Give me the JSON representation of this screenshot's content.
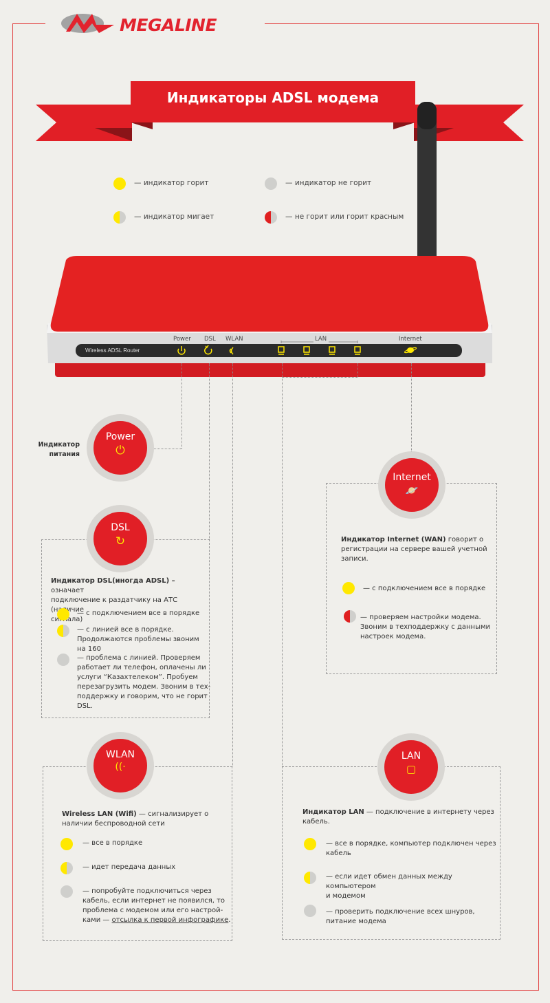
{
  "brand": {
    "name": "MEGALINE"
  },
  "banner": {
    "title": "Индикаторы ADSL модема"
  },
  "legend": [
    {
      "state": "on",
      "text": "— индикатор горит"
    },
    {
      "state": "off",
      "text": "— индикатор не горит"
    },
    {
      "state": "blink",
      "text": "— индикатор мигает"
    },
    {
      "state": "red",
      "text": "— не горит или горит красным"
    }
  ],
  "router": {
    "model_label": "Wireless ADSL Router",
    "leds": {
      "power": "Power",
      "dsl": "DSL",
      "wlan": "WLAN",
      "lan": "LAN",
      "internet": "Internet"
    }
  },
  "power": {
    "badge": "Power",
    "caption_1": "Индикатор",
    "caption_2": "питания"
  },
  "dsl": {
    "badge": "DSL",
    "title": "Индикатор DSL(иногда ADSL) –",
    "desc_1": " означает",
    "desc_2": "подключение к раздатчику на АТС (наличие",
    "desc_3": "сигнала)",
    "items": [
      [
        "— с подключением все в порядке"
      ],
      [
        "— с линией все в порядке.",
        "Продолжаются проблемы звоним",
        "на 160"
      ],
      [
        "— проблема с линией. Проверяем",
        "работает ли телефон, оплачены ли",
        "услуги “Казахтелеком”. Пробуем",
        "перезагрузить модем. Звоним в тех-",
        "поддержку и говорим, что не горит",
        "DSL."
      ]
    ]
  },
  "internet": {
    "badge": "Internet",
    "title": "Индикатор Internet (WAN)",
    "desc_1": " говорит о",
    "desc_2": "регистрации на сервере вашей учетной",
    "desc_3": "записи.",
    "items": [
      [
        "— с подключением все в порядке"
      ],
      [
        "— проверяем настройки модема.",
        "Звоним в техподдержку с данными",
        "настроек модема."
      ]
    ]
  },
  "wlan": {
    "badge": "WLAN",
    "title": "Wireless LAN (Wifi)",
    "desc_1": " — сигнализирует о",
    "desc_2": "наличии беспроводной сети",
    "items": [
      [
        "— все в порядке"
      ],
      [
        "— идет передача данных"
      ],
      [
        "— попробуйте подключиться через",
        "кабель, если интернет не появился, то",
        "проблема с модемом или его настрой-"
      ]
    ],
    "last_prefix": "ками — ",
    "link": "отсылка к первой инфографике",
    "last_suffix": "."
  },
  "lan": {
    "badge": "LAN",
    "title": "Индикатор LAN",
    "desc_1": " — подключение в интернету через",
    "desc_2": "кабель.",
    "items": [
      [
        "— все в порядке, компьютер подключен через",
        "кабель"
      ],
      [
        "— если идет обмен данных между компьютером",
        "и модемом"
      ],
      [
        "— проверить подключение всех шнуров,",
        "питание модема"
      ]
    ]
  },
  "colors": {
    "red": "#e11f26",
    "yellow": "#ffe800",
    "grey": "#cfcfcc"
  },
  "icons": {
    "power": "power-icon",
    "dsl": "refresh-icon",
    "wlan": "wifi-icon",
    "lan": "port-icon",
    "internet": "globe-icon"
  }
}
